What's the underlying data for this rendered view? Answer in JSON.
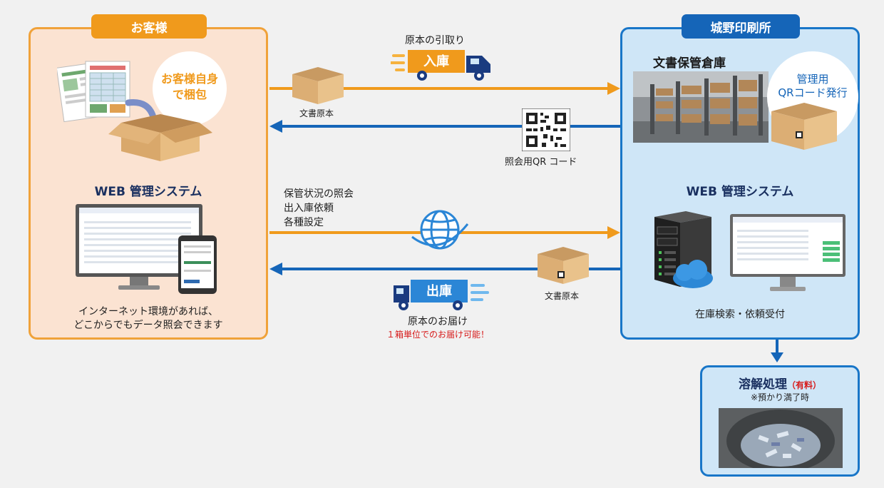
{
  "customer": {
    "tab": "お客様",
    "self_pack": "お客様自身で梱包",
    "self_pack_line1": "お客様自身",
    "self_pack_line2": "で梱包",
    "web_title": "WEB 管理システム",
    "note_line1": "インターネット環境があれば、",
    "note_line2": "どこからでもデータ照会できます"
  },
  "printer": {
    "tab": "城野印刷所",
    "warehouse_title": "文書保管倉庫",
    "qr_issue_line1": "管理用",
    "qr_issue_line2": "QRコード発行",
    "web_title": "WEB 管理システム",
    "search_label": "在庫検索・依頼受付"
  },
  "flows": {
    "pickup_label": "原本の引取り",
    "inbound_truck": "入庫",
    "doc_original_1": "文書原本",
    "qr_label": "照会用QR コード",
    "inquiry_line1": "保管状況の照会",
    "inquiry_line2": "出入庫依頼",
    "inquiry_line3": "各種設定",
    "outbound_truck": "出庫",
    "doc_original_2": "文書原本",
    "delivery_label": "原本のお届け",
    "delivery_note": "１箱単位でのお届け可能！"
  },
  "shredding": {
    "title": "溶解処理",
    "paid": "（有料）",
    "note": "※預かり満了時"
  },
  "colors": {
    "orange": "#f09a1c",
    "blue": "#1565b8",
    "customer_bg": "#fbe3d2",
    "printer_bg": "#cfe6f7",
    "accent_red": "#d71a1a"
  }
}
